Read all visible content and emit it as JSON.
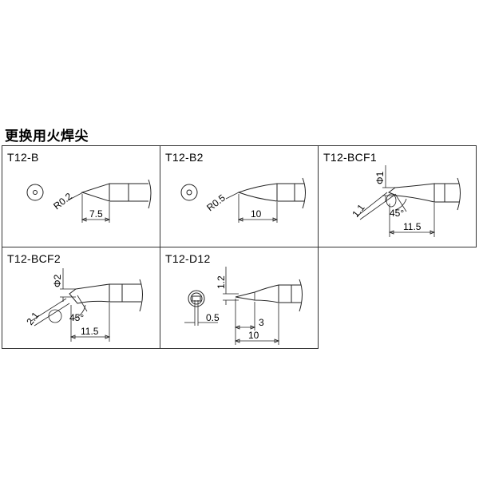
{
  "heading": "更换用火焊尖",
  "panels": [
    {
      "label": "T12-B",
      "dims": {
        "radius": "R0.2",
        "length": "7.5"
      }
    },
    {
      "label": "T12-B2",
      "dims": {
        "radius": "R0.5",
        "length": "10"
      }
    },
    {
      "label": "T12-BCF1",
      "dims": {
        "diameter": "Φ1",
        "face": "1.1",
        "angle": "45°",
        "length": "11.5"
      }
    },
    {
      "label": "T12-BCF2",
      "dims": {
        "diameter": "Φ2",
        "face": "2.1",
        "angle": "45°",
        "length": "11.5"
      }
    },
    {
      "label": "T12-D12",
      "dims": {
        "width": "1.2",
        "thickness": "0.5",
        "blade": "3",
        "length": "10"
      }
    }
  ]
}
